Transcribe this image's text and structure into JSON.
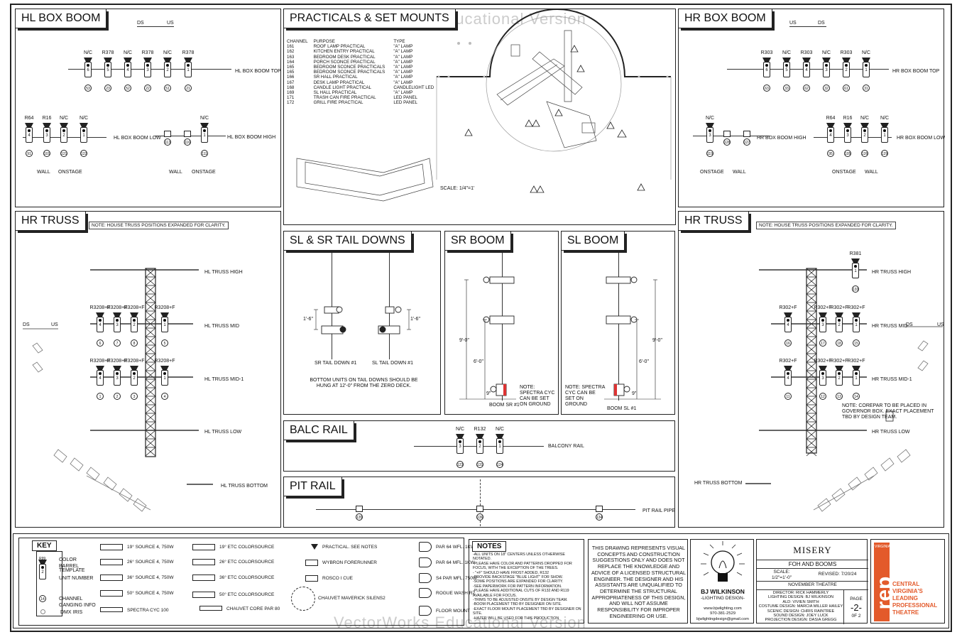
{
  "watermark": "VectorWorks Educational Version",
  "panels": {
    "hl_box_boom": {
      "title": "HL BOX BOOM",
      "ds": "DS",
      "us": "US",
      "pipe_top": "HL BOX BOOM TOP",
      "pipe_low": "HL BOX BOOM LOW",
      "pipe_high": "HL BOX BOOM HIGH",
      "wall": "WALL",
      "onstage": "ONSTAGE",
      "top_colors": [
        "N/C",
        "R378",
        "N/C",
        "R378",
        "N/C",
        "R378"
      ],
      "top_units": [
        "6",
        "5",
        "4",
        "3",
        "2",
        "1"
      ],
      "top_channels": [
        "53",
        "23",
        "52",
        "22",
        "51",
        "21"
      ],
      "low_colors": [
        "R64",
        "R16",
        "N/C",
        "N/C"
      ],
      "low_units": [
        "4",
        "3",
        "2",
        "1"
      ],
      "low_channels": [
        "91",
        "101",
        "121",
        "122"
      ],
      "high_color": "N/C",
      "high_units": [
        "1"
      ],
      "high_channels": [
        "113",
        "116",
        "111"
      ]
    },
    "practicals": {
      "title": "PRACTICALS & SET MOUNTS",
      "headers": [
        "CHANNEL",
        "PURPOSE",
        "TYPE"
      ],
      "rows": [
        [
          "161",
          "ROOF LAMP PRACTICAL",
          "\"A\" LAMP"
        ],
        [
          "162",
          "KITCHEN ENTRY PRACTICAL",
          "\"A\" LAMP"
        ],
        [
          "163",
          "BEDROOM DESK PRACTICAL",
          "\"A\" LAMP"
        ],
        [
          "164",
          "PORCH SCONCE PRACTICAL",
          "\"A\" LAMP"
        ],
        [
          "165",
          "BEDROOM SCONCE PRACTICALS",
          "\"A\" LAMP"
        ],
        [
          "165",
          "BEDROOM SCONCE PRACTICALS",
          "\"A\" LAMP"
        ],
        [
          "166",
          "SR HALL PRACTICAL",
          "\"A\" LAMP"
        ],
        [
          "167",
          "DESK LAMP PRACTICAL",
          "\"A\" LAMP"
        ],
        [
          "168",
          "CANDLE LIGHT PRACTICAL",
          "CANDLELIGHT LED"
        ],
        [
          "169",
          "SL HALL PRACTICAL",
          "\"A\" LAMP"
        ],
        [
          "171",
          "TRASH CAN FIRE PRACTICAL",
          "LED PANEL"
        ],
        [
          "172",
          "GRILL FIRE PRACTICAL",
          "LED PANEL"
        ]
      ],
      "scale": "SCALE: 1/4\"=1'"
    },
    "hr_box_boom": {
      "title": "HR BOX BOOM",
      "us": "US",
      "ds": "DS",
      "pipe_top": "HR BOX BOOM TOP",
      "pipe_high": "HR BOX BOOM HIGH",
      "pipe_low": "HR BOX BOOM LOW",
      "onstage": "ONSTAGE",
      "wall": "WALL",
      "top_colors": [
        "R303",
        "N/C",
        "R303",
        "N/C",
        "R303",
        "N/C"
      ],
      "top_units": [
        "6",
        "5",
        "4",
        "3",
        "2",
        "1"
      ],
      "top_channels": [
        "63",
        "33",
        "62",
        "32",
        "61",
        "31"
      ],
      "high_color": "N/C",
      "high_units": [
        "3"
      ],
      "high_channels": [
        "119",
        "128",
        "127"
      ],
      "low_colors": [
        "R64",
        "R16",
        "N/C",
        "N/C"
      ],
      "low_units": [
        "4",
        "3",
        "2",
        "1"
      ],
      "low_channels": [
        "95",
        "105",
        "126",
        "129"
      ]
    },
    "hl_truss": {
      "title": "HR TRUSS",
      "note": "NOTE: HOUSE TRUSS POSITIONS EXPANDED FOR CLARITY.",
      "high": "HL TRUSS HIGH",
      "mid": "HL TRUSS MID",
      "mid1": "HL TRUSS MID-1",
      "low": "HL TRUSS LOW",
      "bottom": "HL TRUSS BOTTOM",
      "ds": "DS",
      "us": "US",
      "mid_colors": [
        "R3208+F",
        "R3208+F",
        "R3208+F",
        "R3208+F"
      ],
      "mid_units": [
        "4",
        "3",
        "2",
        "1"
      ],
      "mid_channels": [
        "6",
        "7",
        "8",
        "5"
      ],
      "mid1_colors": [
        "R3208+F",
        "R3208+F",
        "R3208+F",
        "R3208+F"
      ],
      "mid1_units": [
        "4",
        "3",
        "2",
        "1"
      ],
      "mid1_channels": [
        "1",
        "2",
        "3",
        "4"
      ]
    },
    "tail_downs": {
      "title": "SL & SR TAIL DOWNS",
      "sr": "SR TAIL DOWN #1",
      "sl": "SL TAIL DOWN #1",
      "dim": "1'-6\"",
      "note": "BOTTOM UNITS ON TAIL DOWNS SHOULD BE HUNG AT 12'-0\" FROM THE ZERO DECK."
    },
    "sr_boom": {
      "title": "SR BOOM",
      "dim_total": "9'-0\"",
      "dim_mid": "6'-0\"",
      "dim_low": "9\"",
      "note": "NOTE: SPECTRA CYC CAN BE SET ON GROUND",
      "label": "BOOM SR #1"
    },
    "sl_boom": {
      "title": "SL BOOM",
      "dim_total": "9'-0\"",
      "dim_mid": "6'-0\"",
      "dim_low": "9\"",
      "note": "NOTE: SPECTRA CYC CAN BE SET ON GROUND",
      "label": "BOOM SL #1"
    },
    "hr_truss": {
      "title": "HR TRUSS",
      "note": "NOTE: HOUSE TRUSS POSITIONS EXPANDED FOR CLARITY.",
      "high": "HR TRUSS HIGH",
      "mid": "HR TRUSS MID",
      "mid1": "HR TRUSS MID-1",
      "low": "HR TRUSS LOW",
      "bottom": "HR TRUSS BOTTOM",
      "high_color": "R381",
      "high_channel": "133",
      "mid_colors": [
        "R302+F",
        "R302+F",
        "R302+F",
        "R302+F"
      ],
      "mid_units": [
        "4",
        "3",
        "2",
        "1"
      ],
      "mid_channels": [
        "16",
        "17",
        "18",
        "15"
      ],
      "mid1_colors": [
        "R302+F",
        "R302+F",
        "R302+F",
        "R302+F"
      ],
      "mid1_units": [
        "4",
        "3",
        "2",
        "1"
      ],
      "mid1_channels": [
        "11",
        "12",
        "13",
        "14"
      ],
      "corepar_note": "NOTE: COREPAR TO BE PLACED IN GOVERNOR BOX. EXACT PLACEMENT TBD BY DESIGN TEAM.",
      "ds": "DS",
      "us": "US"
    },
    "balc_rail": {
      "title": "BALC RAIL",
      "pipe": "BALCONY RAIL",
      "colors": [
        "N/C",
        "R132",
        "N/C"
      ],
      "units": [
        "3",
        "2",
        "1"
      ],
      "channels": [
        "123",
        "131",
        "124"
      ]
    },
    "pit_rail": {
      "title": "PIT RAIL",
      "pipe": "PIT RAIL PIPE",
      "channels": [
        "135",
        "136",
        "134"
      ]
    }
  },
  "key": {
    "title": "KEY",
    "color": "COLOR",
    "barrel": "BARREL",
    "template": "TEMPLATE",
    "unit_number": "UNIT NUMBER",
    "channel": "CHANNEL",
    "ganging": "GANGING INFO",
    "dmx": "DMX IRIS",
    "sample_color": "R99",
    "sample_unit": "2",
    "sample_channel": "14",
    "items": [
      "19° SOURCE 4, 750W",
      "26° SOURCE 4, 750W",
      "36° SOURCE 4, 750W",
      "50° SOURCE 4, 750W",
      "SPECTRA CYC 100",
      "19° ETC COLORSOURCE",
      "26° ETC COLORSOURCE",
      "36° ETC COLORSOURCE",
      "50° ETC COLORSOURCE",
      "CHAUVET CORE PAR 80",
      "PRACTICAL. SEE NOTES",
      "WYBRON FORERUNNER",
      "ROSCO I CUE",
      "CHAUVET MAVERICK SILENS2",
      "PAR 64 WFL. 1KW",
      "PAR 64 MFL. 1KW",
      "S4 PAR MFL. 750W",
      "ROGUE WASH R2",
      "FLOOR MOUNT"
    ]
  },
  "notes": {
    "title": "NOTES",
    "lines": [
      "-ALL UNITS ON 18\" CENTERS UNLESS OTHERWISE",
      "NOTATED.",
      "-PLEASE HAVE COLOR AND PATTERNS DROPPED FOR",
      "FOCUS, WITH THE EXCEPTION OF THE TREES.",
      "- \"+F\" SHOULD HAVE FROST ADDED, R132",
      "-PROVIDE BACKSTAGE \"BLUE LIGHT\" FOR SHOW.",
      "-SOME POSITIONS ARE EXPANDED FOR CLARITY.",
      "-SEE PAPERWORK FOR PATTERN INFORMATION.",
      "-PLEASE HAVE ADDITIONAL CUTS OF R132 AND R119",
      "AVAILABLE FOR FOCUS.",
      "-TRIMS TO BE ADJUSTED ONSITE BY DESIGN TEAM.",
      "-BOOM PLACEMENT TBD BY DESIGNER ON SITE.",
      "-EXACT FLOOR MOUNT PLACEMENT TBD BY DESIGNER ON",
      "SITE.",
      "-HAZER WILL BE USED FOR THIS PRODUCTION"
    ]
  },
  "disclaimer": [
    "THIS DRAWING REPRESENTS VISUAL",
    "CONCEPTS AND CONSTRUCTION",
    "SUGGESTIONS ONLY AND DOES NOT",
    "REPLACE THE KNOWLEDGE AND",
    "ADVICE OF A LICENSED STRUCTURAL",
    "ENGINEER.  THE DESIGNER AND HIS",
    "ASSISTANTS ARE UNQUALIFIED TO",
    "DETERMINE THE STRUCTURAL",
    "APPROPRIATENESS OF THIS DESIGN,",
    "AND WILL NOT ASSUME",
    "RESPONSIBILITY FOR IMPROPER",
    "ENGINEERING OR USE."
  ],
  "designer": {
    "name": "BJ WILKINSON",
    "sub": "-LIGHTING DESIGN-",
    "web": "www.bjwlighting.com",
    "phone": "970-381-2529",
    "email": "bjwlightingdesign@gmail.com"
  },
  "title_block": {
    "show": "MISERY",
    "sheet": "FOH AND BOOMS",
    "scale_label": "SCALE:",
    "scale": "1/2\"=1'-0\"",
    "revised": "REVISED: 7/20/24",
    "venue": "NOVEMBER THEATRE",
    "credits": [
      "DIRECTOR: RICK HAMMERLY",
      "LIGHTING DESIGN: BJ WILKINSON",
      "ALD: VIVIEN SMITH",
      "COSTUME DESIGN: MARCIA MILLER HAILEY",
      "SCENIC DESIGN: CHRIS RAINTREE",
      "SOUND DESIGN: JOEY LUCK",
      "PROJECTION DESIGN: DASIA GREGG"
    ],
    "page_label": "PAGE",
    "page": "-2-",
    "of": "0F 2"
  },
  "logo": {
    "top": "VIRGINIA",
    "mark": "rep",
    "lines": [
      "CENTRAL",
      "VIRGINIA'S",
      "LEADING",
      "PROFESSIONAL",
      "THEATRE"
    ]
  }
}
